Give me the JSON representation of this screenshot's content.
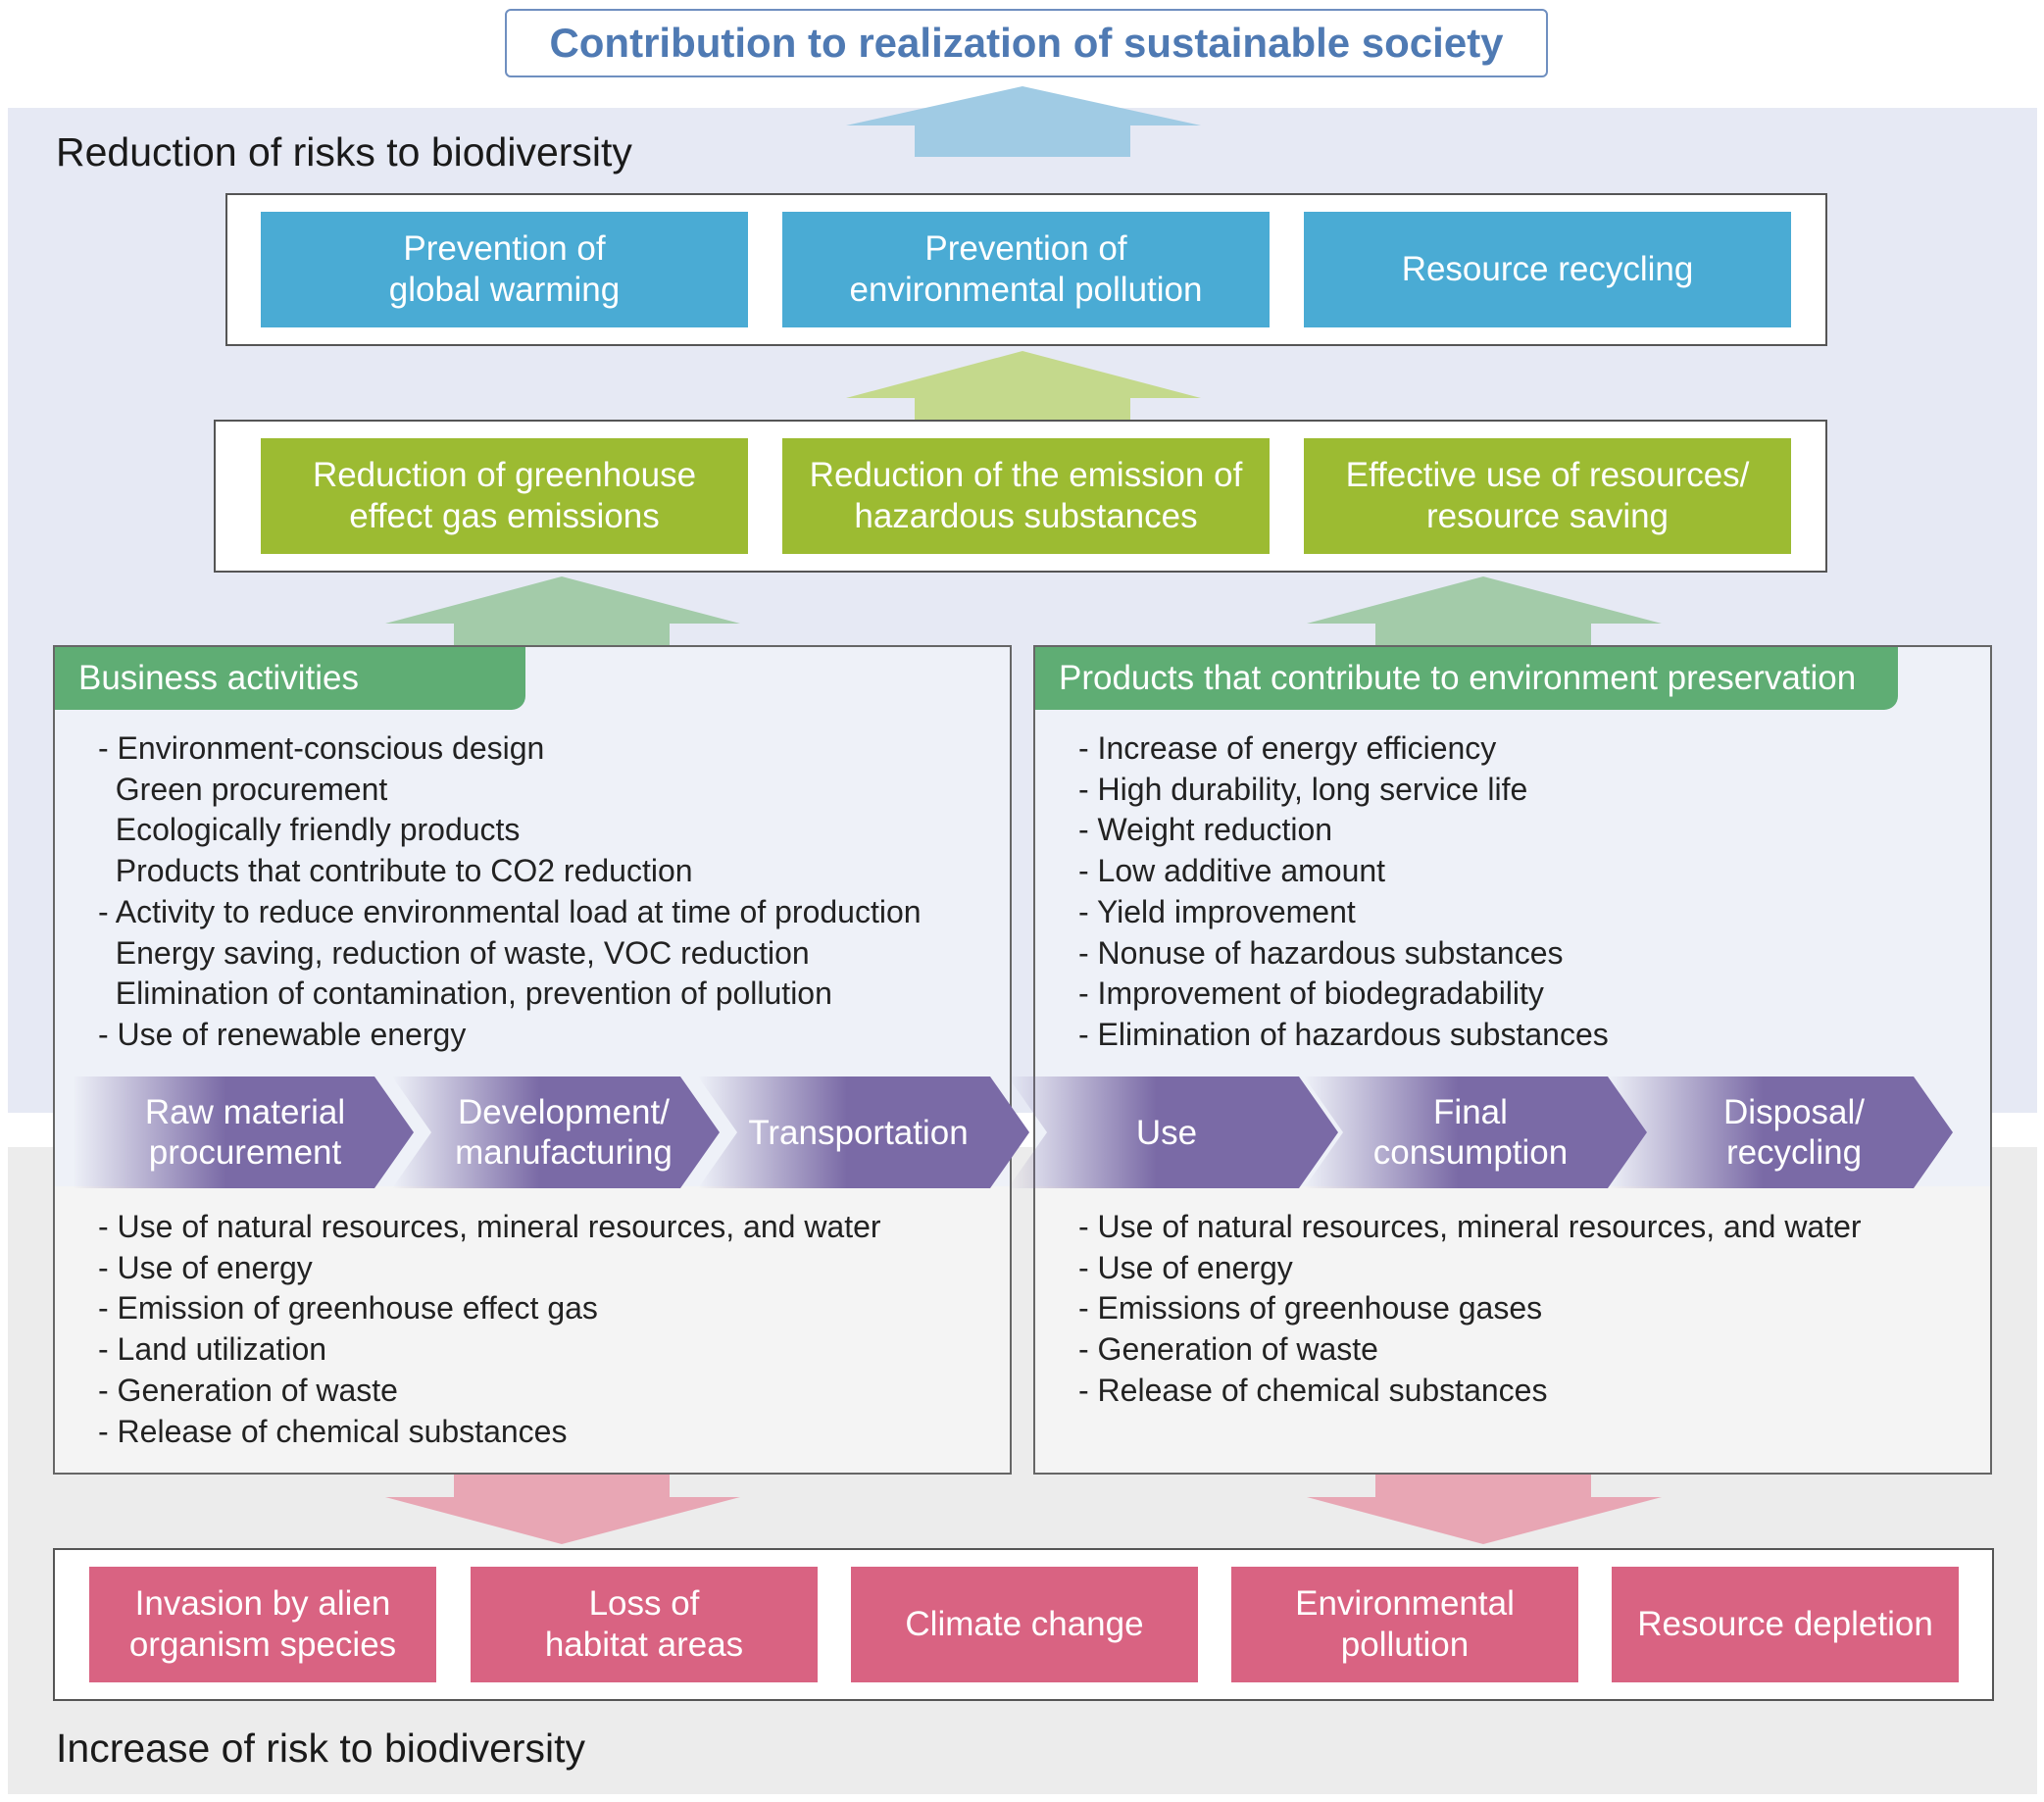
{
  "top_title": "Contribution to realization of sustainable society",
  "upper_label": "Reduction of risks to biodiversity",
  "lower_label": "Increase of risk to biodiversity",
  "goals": [
    {
      "label": "Prevention of\nglobal warming"
    },
    {
      "label": "Prevention of\nenvironmental pollution"
    },
    {
      "label": "Resource recycling"
    }
  ],
  "measures": [
    {
      "label": "Reduction of greenhouse\neffect gas emissions"
    },
    {
      "label": "Reduction of the emission of\nhazardous substances"
    },
    {
      "label": "Effective use of resources/\nresource saving"
    }
  ],
  "business": {
    "title": "Business activities",
    "positive": [
      "- Environment-conscious design",
      "  Green procurement",
      "  Ecologically friendly products",
      "  Products that contribute to CO2 reduction",
      "- Activity to reduce environmental load at time of production",
      "  Energy saving, reduction of waste, VOC reduction",
      "  Elimination of contamination, prevention of pollution",
      "- Use of renewable energy"
    ],
    "negative": [
      "- Use of natural resources, mineral resources, and water",
      "- Use of energy",
      "- Emission of greenhouse effect gas",
      "- Land utilization",
      "- Generation of waste",
      "- Release of chemical substances"
    ]
  },
  "products": {
    "title": "Products that contribute to environment preservation",
    "positive": [
      "- Increase of energy efficiency",
      "- High durability, long service life",
      "- Weight reduction",
      "- Low additive amount",
      "- Yield improvement",
      "- Nonuse of hazardous substances",
      "- Improvement of biodegradability",
      "- Elimination of hazardous substances"
    ],
    "negative": [
      "- Use of natural resources, mineral resources, and water",
      "- Use of energy",
      "- Emissions of greenhouse gases",
      "- Generation of waste",
      "- Release of chemical substances"
    ]
  },
  "lifecycle": [
    {
      "label": "Raw material\nprocurement"
    },
    {
      "label": "Development/\nmanufacturing"
    },
    {
      "label": "Transportation"
    },
    {
      "label": "Use"
    },
    {
      "label": "Final\nconsumption"
    },
    {
      "label": "Disposal/\nrecycling"
    }
  ],
  "risks": [
    {
      "label": "Invasion by alien\norganism species"
    },
    {
      "label": "Loss of\nhabitat areas"
    },
    {
      "label": "Climate change"
    },
    {
      "label": "Environmental\npollution"
    },
    {
      "label": "Resource depletion"
    }
  ],
  "colors": {
    "title_text": "#4f7ab3",
    "goal_tile": "#4aabd4",
    "measure_tile": "#9cbb32",
    "panel_header": "#5fad74",
    "lifecycle_arrow": "#7a6aa6",
    "risk_tile": "#d96382",
    "up_arrow_blue": "#a0cbe4",
    "up_arrow_green": "#c4d98c",
    "up_arrow_teal": "#a3cba9",
    "down_arrow_pink": "#e8a6b4"
  }
}
